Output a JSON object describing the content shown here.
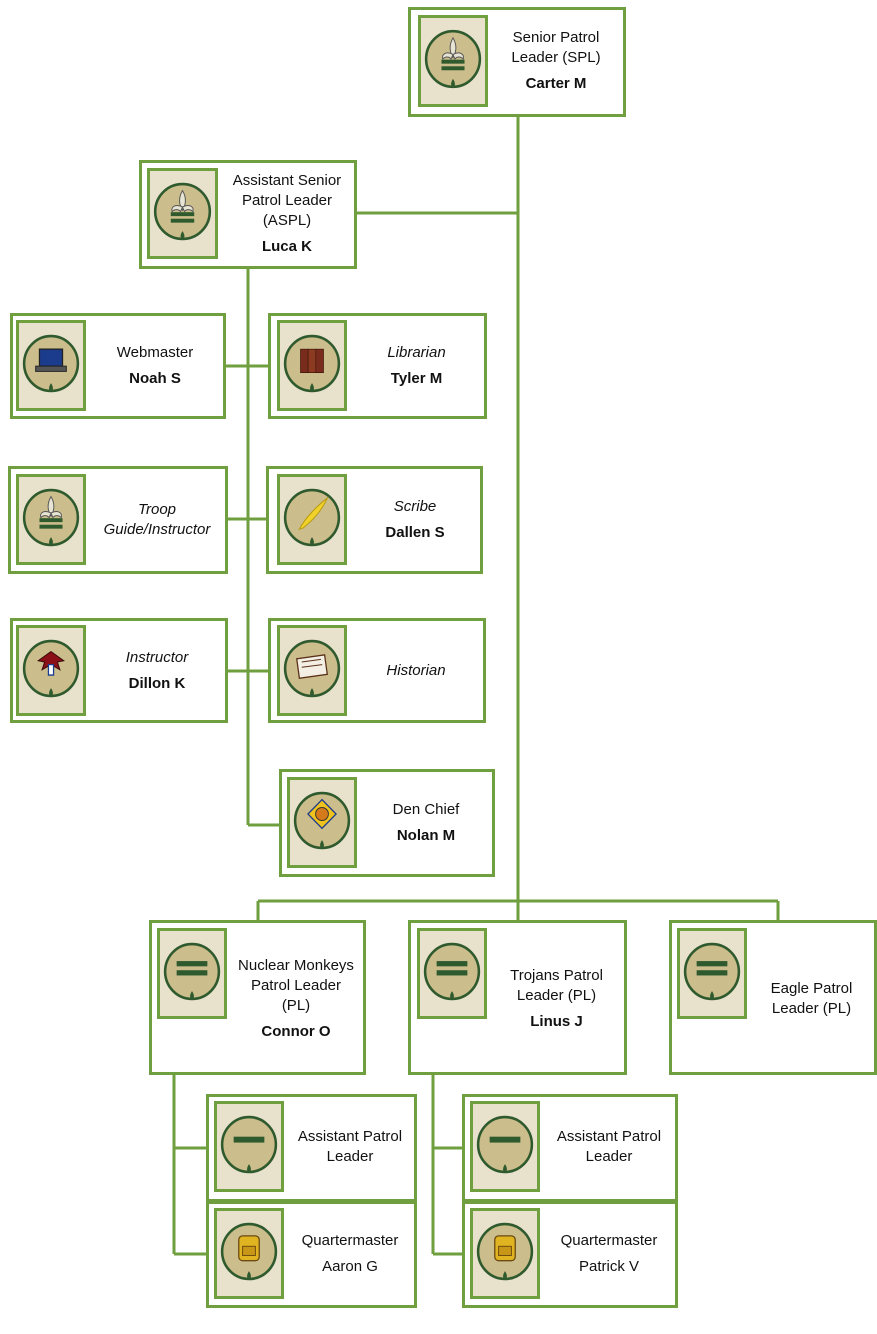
{
  "colors": {
    "border": "#6f9f3e",
    "line": "#6f9f3e",
    "patch_tan": "#cbbd8c",
    "patch_green": "#2f5a2e"
  },
  "positions": [
    {
      "id": "spl",
      "title": "Senior Patrol\nLeader (SPL)",
      "name": "Carter M",
      "italic": false,
      "badge": "Senior Patrol Leader patch",
      "icon": "fleur-de-lis-icon"
    },
    {
      "id": "aspl",
      "title": "Assistant Senior\nPatrol Leader\n(ASPL)",
      "name": "Luca K",
      "italic": false,
      "badge": "Assistant Senior Patrol Leader patch",
      "icon": "fleur-de-lis-icon"
    },
    {
      "id": "webmaster",
      "title": "Webmaster",
      "name": "Noah S",
      "italic": false,
      "badge": "Webmaster patch",
      "icon": "laptop-icon"
    },
    {
      "id": "librarian",
      "title": "Librarian",
      "name": "Tyler M",
      "italic": true,
      "badge": "Librarian patch",
      "icon": "books-icon"
    },
    {
      "id": "troop-guide",
      "title": "Troop\nGuide/Instructor",
      "name": "",
      "italic": true,
      "badge": "Troop Guide patch",
      "icon": "fleur-de-lis-icon"
    },
    {
      "id": "scribe",
      "title": "Scribe",
      "name": "Dallen S",
      "italic": true,
      "badge": "Scribe patch",
      "icon": "quill-icon"
    },
    {
      "id": "instructor",
      "title": "Instructor",
      "name": "Dillon K",
      "italic": true,
      "badge": "Instructor patch",
      "icon": "eagle-icon"
    },
    {
      "id": "historian",
      "title": "Historian",
      "name": "",
      "italic": true,
      "badge": "Troop Historian patch",
      "icon": "scrapbook-icon"
    },
    {
      "id": "den-chief",
      "title": "Den Chief",
      "name": "Nolan M",
      "italic": false,
      "badge": "Den Chief patch",
      "icon": "tiger-icon"
    },
    {
      "id": "nm-pl",
      "title": "Nuclear Monkeys\nPatrol Leader\n(PL)",
      "name": "Connor O",
      "italic": false,
      "badge": "Patrol Leader patch",
      "icon": "patrol-bars-icon"
    },
    {
      "id": "trojans-pl",
      "title": "Trojans Patrol\nLeader (PL)",
      "name": "Linus J",
      "italic": false,
      "badge": "Patrol Leader patch",
      "icon": "patrol-bars-icon"
    },
    {
      "id": "eagle-pl",
      "title": "Eagle Patrol\nLeader (PL)",
      "name": "",
      "italic": false,
      "badge": "Patrol Leader patch",
      "icon": "patrol-bars-icon"
    },
    {
      "id": "nm-apl",
      "title": "Assistant Patrol\nLeader",
      "name": "",
      "italic": false,
      "badge": "Assistant Patrol Leader patch",
      "icon": "patrol-bar-icon"
    },
    {
      "id": "trojans-apl",
      "title": "Assistant Patrol\nLeader",
      "name": "",
      "italic": false,
      "badge": "Assistant Patrol Leader patch",
      "icon": "patrol-bar-icon"
    },
    {
      "id": "nm-qm",
      "title": "Quartermaster",
      "name": "Aaron G",
      "italic": false,
      "nameBold": false,
      "badge": "Quartermaster patch",
      "icon": "backpack-icon"
    },
    {
      "id": "trojans-qm",
      "title": "Quartermaster",
      "name": "Patrick V",
      "italic": false,
      "nameBold": false,
      "badge": "Quartermaster patch",
      "icon": "backpack-icon"
    }
  ]
}
